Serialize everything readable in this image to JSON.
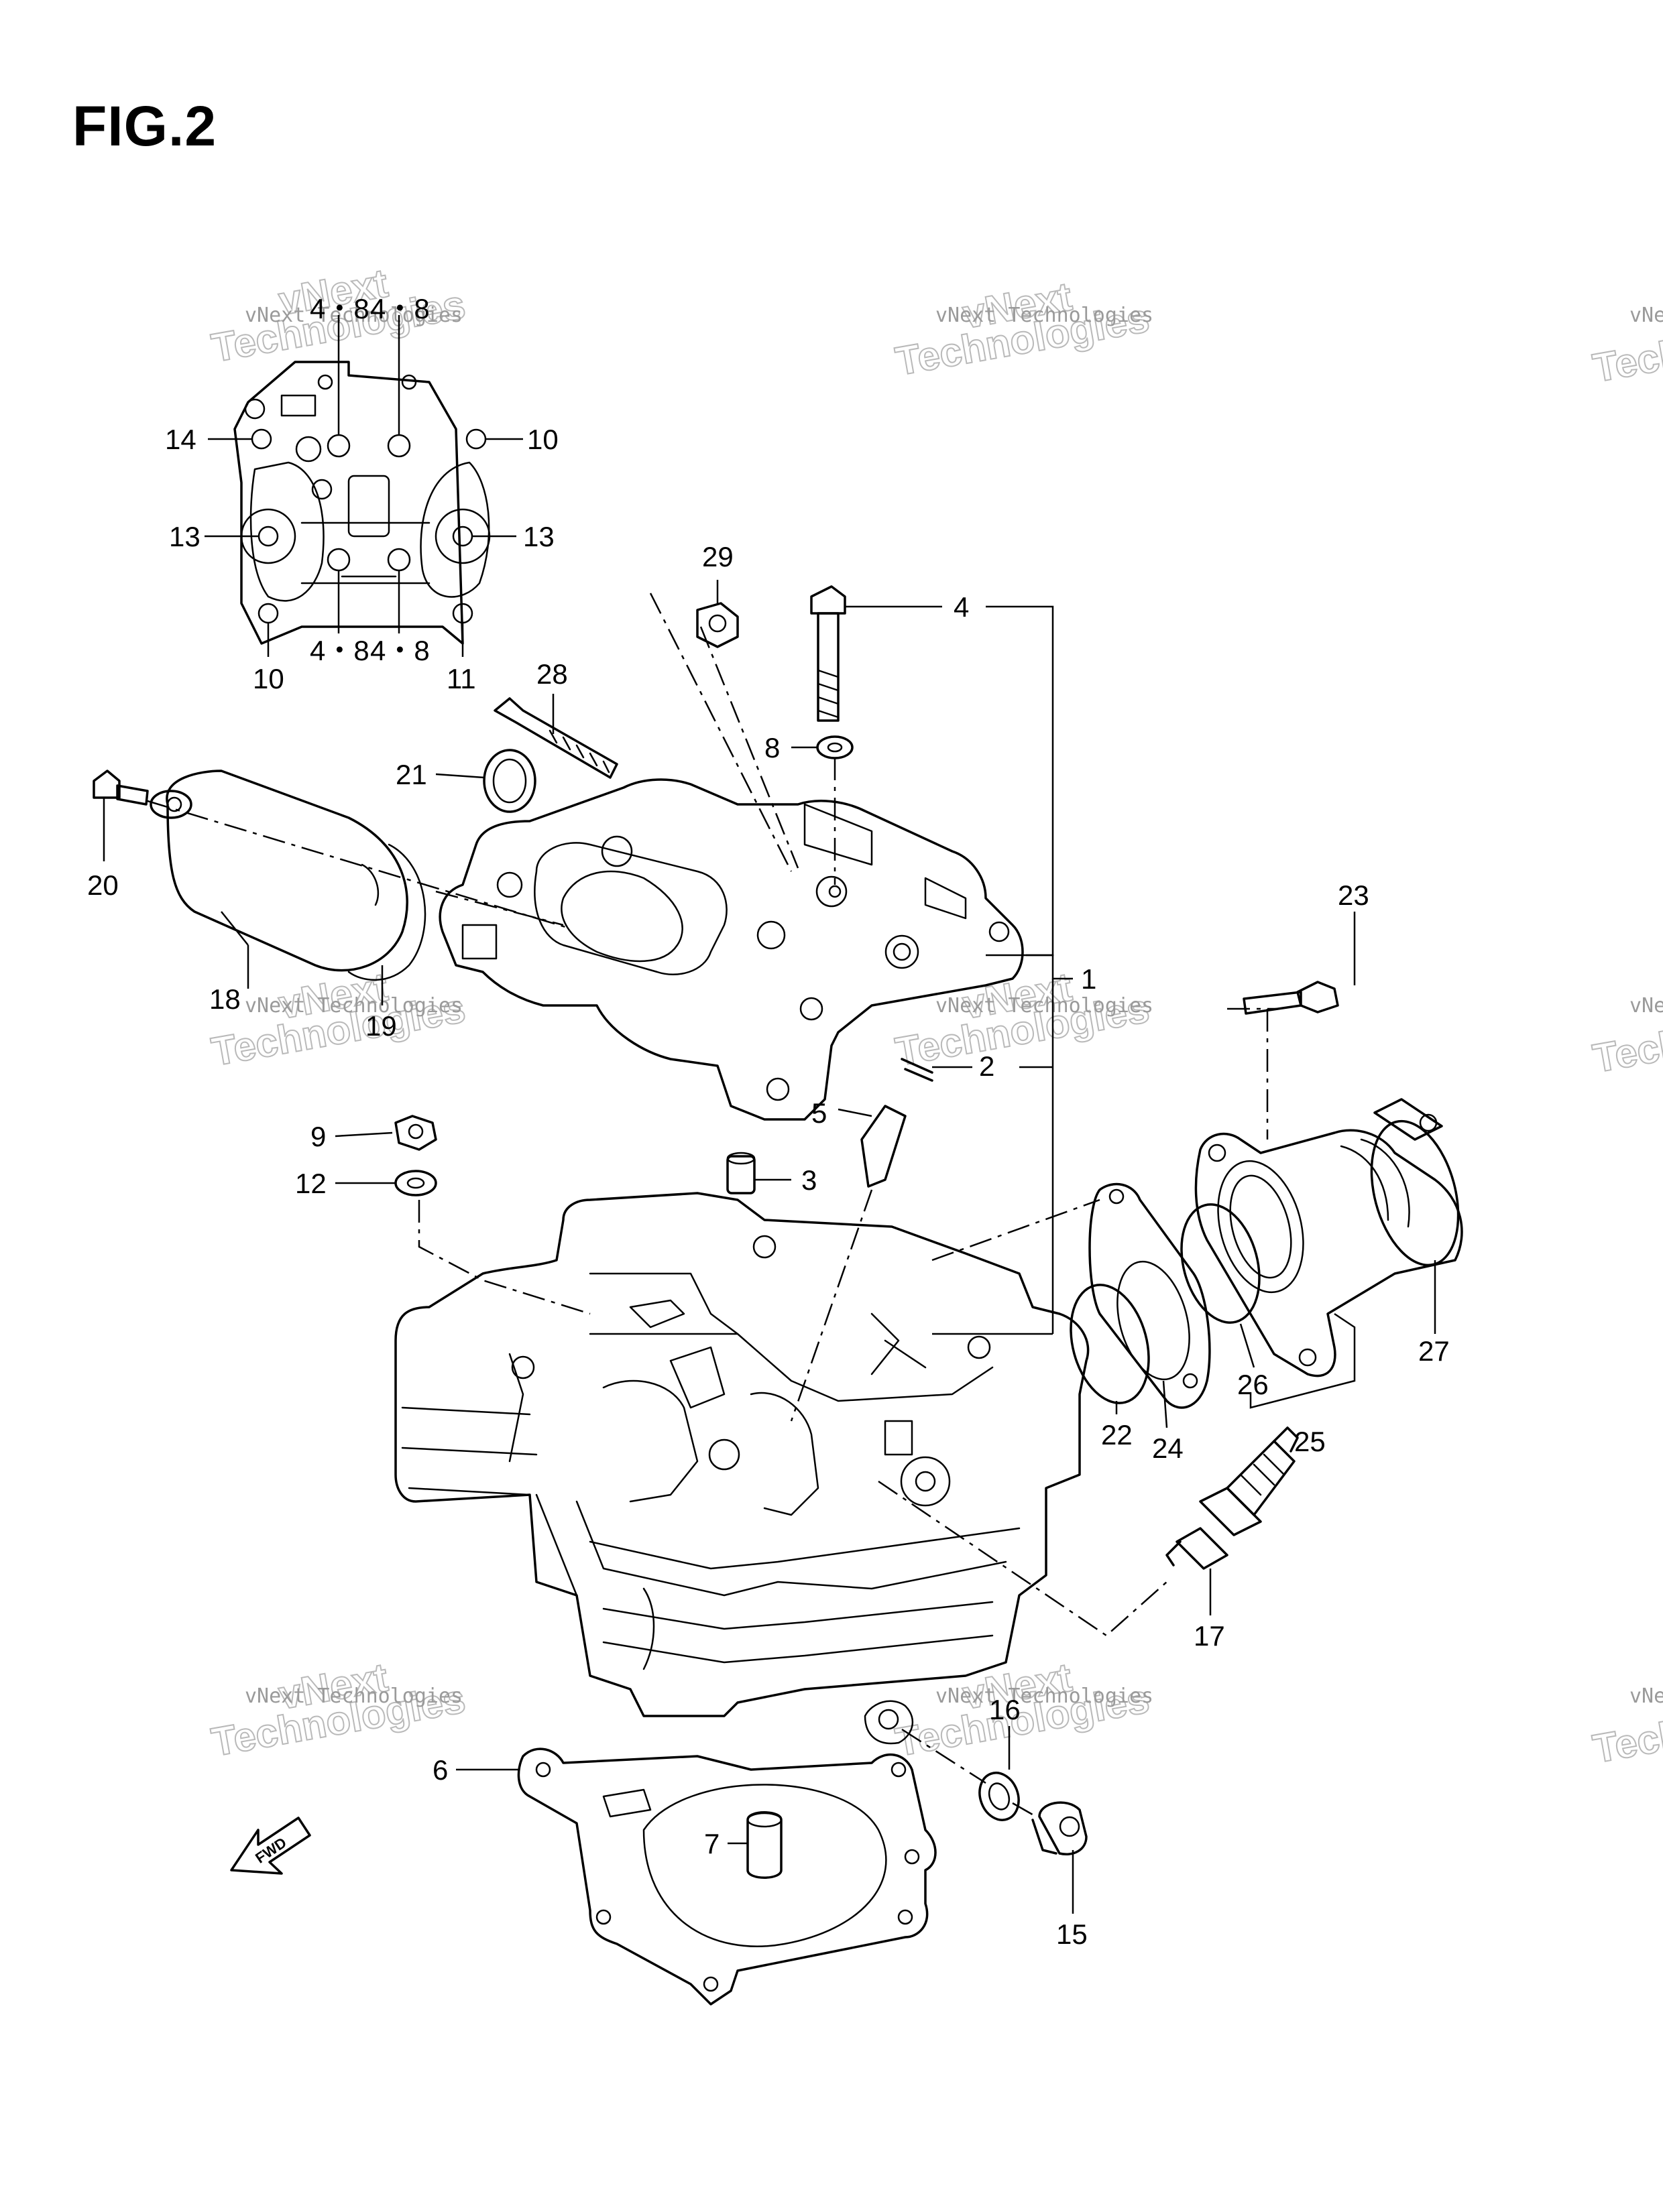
{
  "figure": {
    "title": "FIG.2"
  },
  "watermark": {
    "line1": "vNext Technologies",
    "line2": "vNext",
    "line3": "Technologies"
  },
  "colors": {
    "line": "#000000",
    "background": "#ffffff",
    "watermark": "#b0b0b0"
  },
  "callouts": {
    "c4_8_tl": "4・8",
    "c4_8_tr": "4・8",
    "c14": "14",
    "c10_tr": "10",
    "c13_l": "13",
    "c13_r": "13",
    "c4_8_bl": "4・8",
    "c4_8_br": "4・8",
    "c10_bl": "10",
    "c11": "11",
    "c29": "29",
    "c4": "4",
    "c28": "28",
    "c8": "8",
    "c21": "21",
    "c20": "20",
    "c1": "1",
    "c18": "18",
    "c19": "19",
    "c23": "23",
    "c2": "2",
    "c5": "5",
    "c9": "9",
    "c3": "3",
    "c12": "12",
    "c27": "27",
    "c26": "26",
    "c22": "22",
    "c24": "24",
    "c25": "25",
    "c17": "17",
    "c16": "16",
    "c6": "6",
    "c7": "7",
    "c15": "15"
  },
  "fwd_label": "FWD"
}
